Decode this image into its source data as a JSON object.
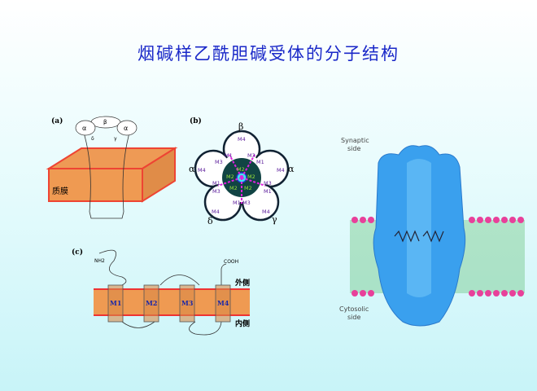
{
  "title": "烟碱样乙酰胆碱受体的分子结构",
  "panel_a": {
    "label": "(a)",
    "membrane": "质膜",
    "subunits": [
      "α",
      "β",
      "α",
      "δ",
      "γ"
    ]
  },
  "panel_b": {
    "label": "(b)",
    "subunits": {
      "top": "β",
      "left": "α",
      "right": "α",
      "bottom_left": "δ",
      "bottom_right": "γ"
    },
    "m1": "M1",
    "m2": "M2",
    "m3": "M3",
    "m4": "M4"
  },
  "panel_c": {
    "label": "(c)",
    "nterm": "NH2",
    "cterm": "COOH",
    "outside": "外侧",
    "inside": "内侧",
    "segments": [
      "M1",
      "M2",
      "M3",
      "M4"
    ]
  },
  "panel_right": {
    "top": [
      "Synaptic",
      "side"
    ],
    "bottom": [
      "Cytosolic",
      "side"
    ]
  }
}
